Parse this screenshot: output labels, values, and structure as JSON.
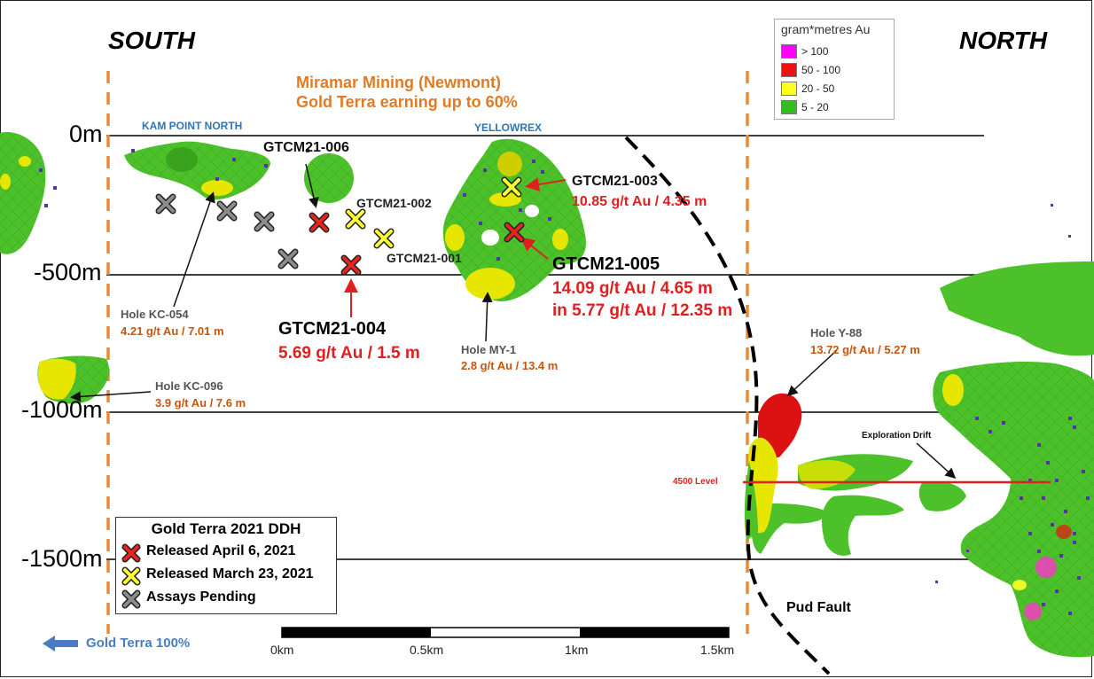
{
  "headings": {
    "south": "SOUTH",
    "north": "NORTH"
  },
  "property": {
    "line1": "Miramar Mining (Newmont)",
    "line2": "Gold Terra earning up to 60%"
  },
  "depth_labels": [
    "0m",
    "-500m",
    "-1000m",
    "-1500m"
  ],
  "area_labels": {
    "kam_point_north": "KAM POINT NORTH",
    "yellowrex": "YELLOWREX"
  },
  "holes": {
    "gtcm21_006": {
      "name": "GTCM21-006"
    },
    "gtcm21_002": {
      "name": "GTCM21-002"
    },
    "gtcm21_001": {
      "name": "GTCM21-001"
    },
    "gtcm21_003": {
      "name": "GTCM21-003",
      "grade": "10.85 g/t Au / 4.35 m"
    },
    "gtcm21_005": {
      "name": "GTCM21-005",
      "grade1": "14.09 g/t Au / 4.65 m",
      "grade2": "in 5.77 g/t Au / 12.35 m"
    },
    "gtcm21_004": {
      "name": "GTCM21-004",
      "grade": "5.69 g/t Au / 1.5 m"
    },
    "kc_054": {
      "name": "Hole KC-054",
      "grade": "4.21 g/t Au / 7.01 m"
    },
    "kc_096": {
      "name": "Hole KC-096",
      "grade": "3.9 g/t Au / 7.6 m"
    },
    "my_1": {
      "name": "Hole MY-1",
      "grade": "2.8 g/t Au / 13.4 m"
    },
    "y_88": {
      "name": "Hole Y-88",
      "grade": "13.72 g/t Au / 5.27 m"
    }
  },
  "underground": {
    "exploration_drift": "Exploration Drift",
    "level_4500": "4500 Level",
    "pud_fault": "Pud Fault"
  },
  "ddh_legend": {
    "title": "Gold Terra 2021 DDH",
    "items": [
      {
        "label": "Released April 6, 2021",
        "color": "#e8231f"
      },
      {
        "label": "Released March 23, 2021",
        "color": "#ffff33"
      },
      {
        "label": "Assays Pending",
        "color": "#8c8c8c"
      }
    ]
  },
  "grade_legend": {
    "title": "gram*metres Au",
    "items": [
      {
        "label": "> 100",
        "color": "#ff00ff"
      },
      {
        "label": "50 - 100",
        "color": "#ee1111"
      },
      {
        "label": "20 - 50",
        "color": "#ffff22"
      },
      {
        "label": "5 - 20",
        "color": "#33bb22"
      }
    ]
  },
  "scale_bar": {
    "labels": [
      "0km",
      "0.5km",
      "1km",
      "1.5km"
    ]
  },
  "footer": {
    "arrow_label": "Gold Terra 100%"
  },
  "colors": {
    "orange_boundary": "#e88a3a",
    "red_arrow": "#e02020",
    "blue_arrow": "#4a7cc4"
  }
}
